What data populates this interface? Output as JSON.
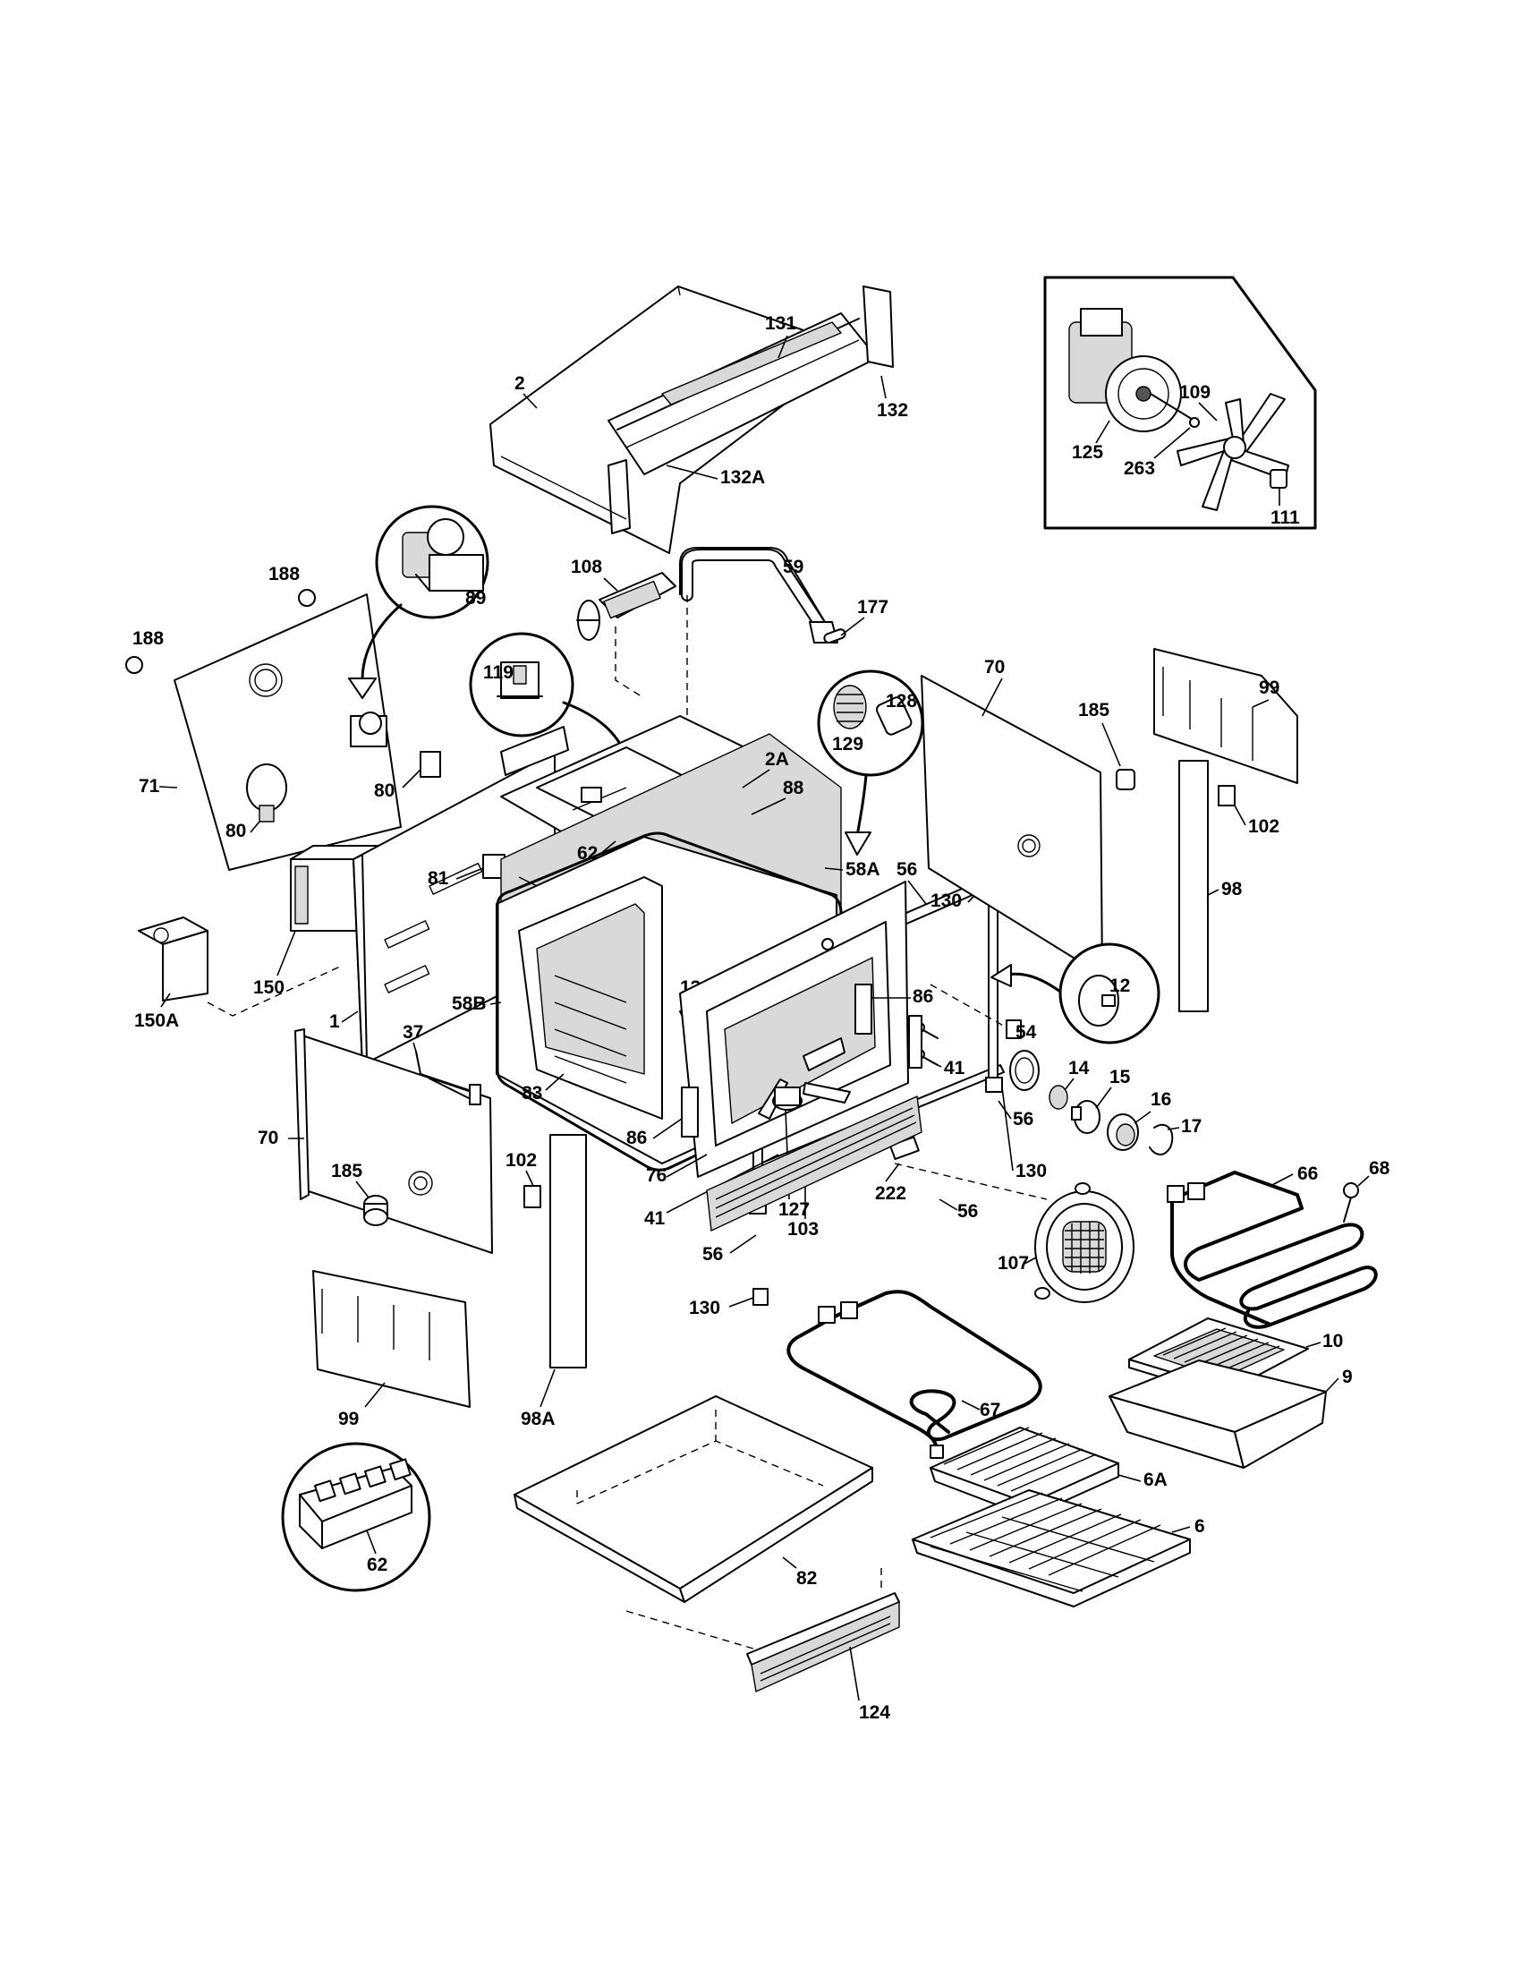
{
  "labels": {
    "p2": "2",
    "p131": "131",
    "p132": "132",
    "p132A": "132A",
    "p125": "125",
    "p109": "109",
    "p263": "263",
    "p111": "111",
    "p188a": "188",
    "p188b": "188",
    "p89": "89",
    "p108": "108",
    "p59": "59",
    "p177": "177",
    "p119": "119",
    "p128": "128",
    "p129": "129",
    "p70a": "70",
    "p70b": "70",
    "p99a": "99",
    "p99b": "99",
    "p185a": "185",
    "p185b": "185",
    "p71": "71",
    "p80a": "80",
    "p80b": "80",
    "p2A": "2A",
    "p88": "88",
    "p62a": "62",
    "p62b": "62",
    "p81": "81",
    "p58A": "58A",
    "p58B": "58B",
    "p102a": "102",
    "p102b": "102",
    "p98": "98",
    "p98A": "98A",
    "p150": "150",
    "p150A": "150A",
    "p1": "1",
    "p56a": "56",
    "p56b": "56",
    "p56c": "56",
    "p56d": "56",
    "p130a": "130",
    "p130b": "130",
    "p130c": "130",
    "p130d": "130",
    "p12": "12",
    "p86a": "86",
    "p86b": "86",
    "p54": "54",
    "p41a": "41",
    "p41b": "41",
    "p14": "14",
    "p15": "15",
    "p16": "16",
    "p17": "17",
    "p37": "37",
    "p83": "83",
    "p76": "76",
    "p127": "127",
    "p222": "222",
    "p103": "103",
    "p66": "66",
    "p68": "68",
    "p107": "107",
    "p67": "67",
    "p10": "10",
    "p9": "9",
    "p6A": "6A",
    "p6": "6",
    "p82": "82",
    "p124": "124"
  }
}
